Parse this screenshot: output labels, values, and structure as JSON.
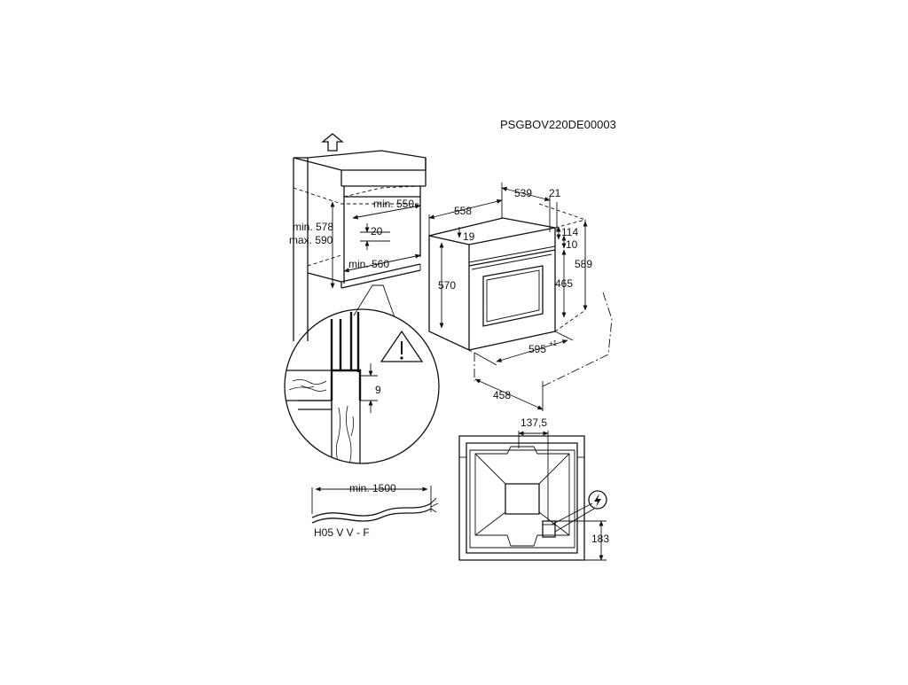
{
  "document": {
    "code": "PSGBOV220DE00003"
  },
  "cabinet": {
    "height_min": "min. 578",
    "height_max": "max. 590",
    "depth_min": "min. 550",
    "width_min": "min. 560",
    "vent_gap": "20"
  },
  "detail": {
    "gap": "9"
  },
  "oven": {
    "depth_total": "558",
    "depth_body": "539",
    "door_thickness": "21",
    "top_offset": "19",
    "front_height": "570",
    "panel_offset": "114",
    "panel_gap": "10",
    "total_height": "589",
    "body_height": "465",
    "width": "595",
    "width_tolerance": "+1",
    "body_depth_lower": "458"
  },
  "rear": {
    "socket_offset_x": "137,5",
    "socket_height": "183"
  },
  "cable": {
    "length_min": "min. 1500",
    "type": "H05 V V - F"
  },
  "icons": [
    "up-arrow-icon",
    "warning-icon",
    "electric-plug-icon"
  ]
}
